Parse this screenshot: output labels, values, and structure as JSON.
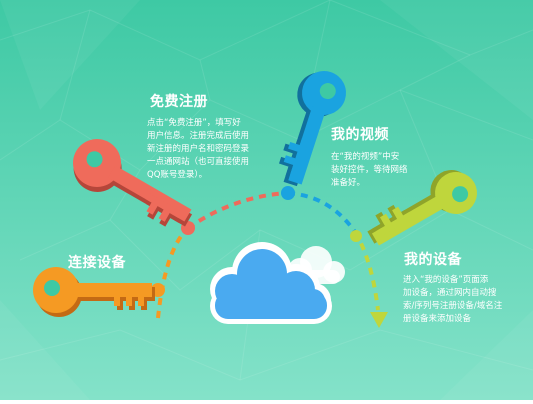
{
  "colors": {
    "bg_top": "#3ec9a4",
    "bg_bottom": "#7fe0c6",
    "key_orange": "#f59a23",
    "key_red": "#ef6b5b",
    "key_blue": "#1aa3e0",
    "key_green": "#bfd63c",
    "cloud_blue": "#4aaaf0"
  },
  "steps": [
    {
      "title": "连接设备",
      "lines": [],
      "icon": "key-icon",
      "color": "#f59a23"
    },
    {
      "title": "免费注册",
      "lines": [
        "点击“免费注册”，填写好",
        "用户信息。注册完成后使用",
        "新注册的用户名和密码登录",
        "一点通网站（也可直接使用",
        "QQ账号登录）。"
      ],
      "icon": "key-icon",
      "color": "#ef6b5b"
    },
    {
      "title": "我的视频",
      "lines": [
        "在“我的视频”中安",
        "装好控件，等待网络",
        "准备好。"
      ],
      "icon": "key-icon",
      "color": "#1aa3e0"
    },
    {
      "title": "我的设备",
      "lines": [
        "进入“我的设备”页面添",
        "加设备，通过网内自动搜",
        "索/序列号注册设备/域名注",
        "册设备来添加设备"
      ],
      "icon": "key-icon",
      "color": "#bfd63c"
    }
  ],
  "center_icon": "cloud-icon"
}
